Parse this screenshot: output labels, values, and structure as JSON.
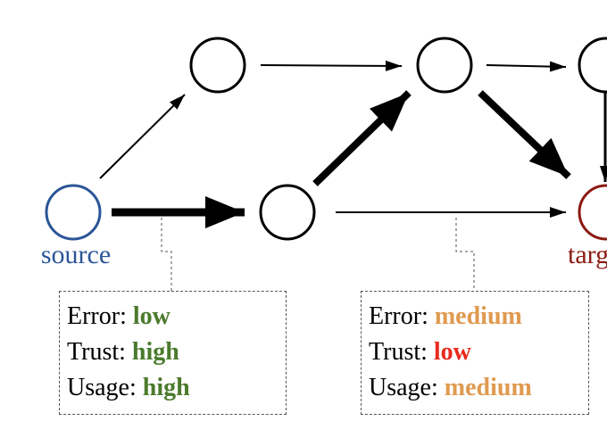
{
  "nodes": {
    "source": {
      "label": "source",
      "color": "#2b5597"
    },
    "target": {
      "label": "targ",
      "color": "#8b1a12"
    }
  },
  "colors": {
    "low_good": "#4a7a2c",
    "high_good": "#4a7a2c",
    "medium": "#e09a50",
    "low_bad": "#e8291c",
    "edge": "#000000"
  },
  "box_left": {
    "rows": [
      {
        "key": "Error:",
        "value": "low",
        "color": "#4a7a2c"
      },
      {
        "key": "Trust:",
        "value": "high",
        "color": "#4a7a2c"
      },
      {
        "key": "Usage:",
        "value": "high",
        "color": "#4a7a2c"
      }
    ]
  },
  "box_right": {
    "rows": [
      {
        "key": "Error:",
        "value": "medium",
        "color": "#e09a50"
      },
      {
        "key": "Trust:",
        "value": "low",
        "color": "#e8291c"
      },
      {
        "key": "Usage:",
        "value": "medium",
        "color": "#e09a50"
      }
    ]
  }
}
